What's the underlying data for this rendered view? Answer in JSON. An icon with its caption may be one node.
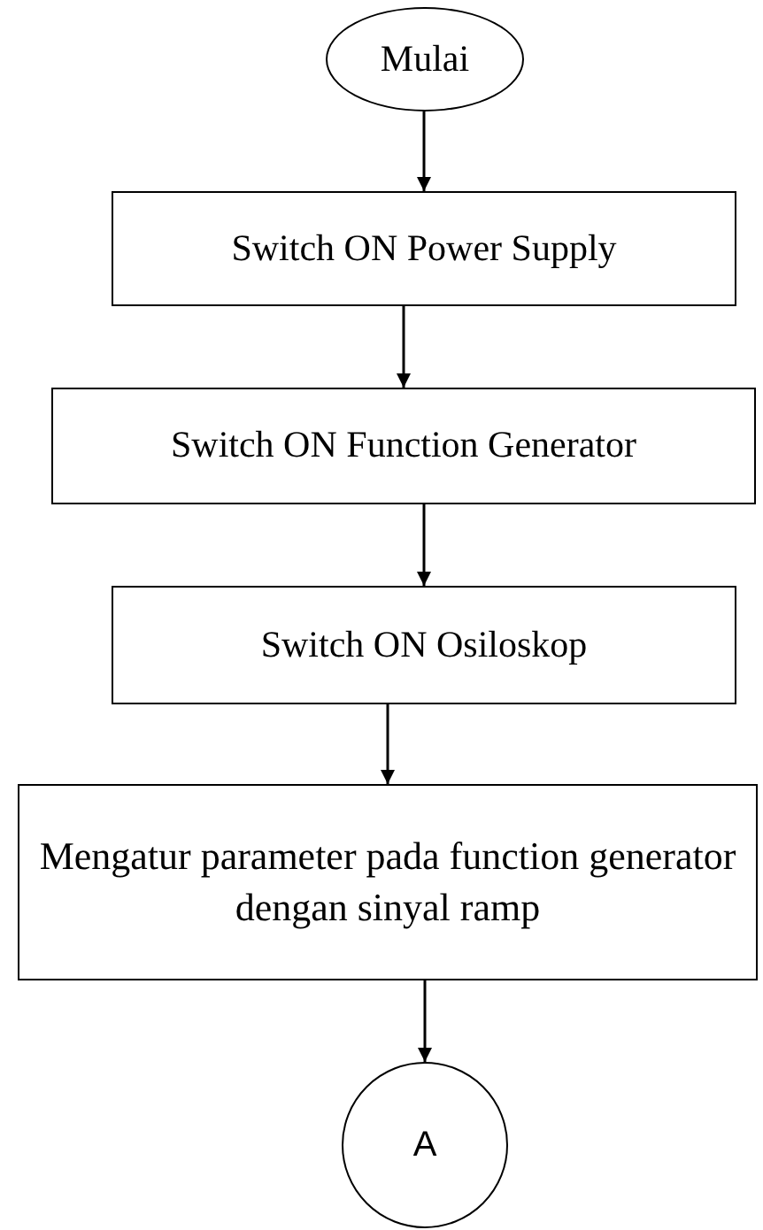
{
  "diagram": {
    "nodes": [
      {
        "text": [
          "Mulai"
        ]
      },
      {
        "text": [
          "Switch ON Power Supply"
        ]
      },
      {
        "text": [
          "Switch ON Function Generator"
        ]
      },
      {
        "text": [
          "Switch ON Osiloskop"
        ]
      },
      {
        "text": [
          "Mengatur parameter pada function generator dengan sinyal ramp"
        ]
      },
      {
        "text": [
          "A"
        ]
      }
    ],
    "edges": [
      {
        "from": 0,
        "to": 1,
        "arrow": "to"
      },
      {
        "from": 1,
        "to": 2,
        "arrow": "to"
      },
      {
        "from": 2,
        "to": 3,
        "arrow": "to"
      },
      {
        "from": 3,
        "to": 4,
        "arrow": "to"
      },
      {
        "from": 4,
        "to": 5,
        "arrow": "to"
      }
    ]
  }
}
